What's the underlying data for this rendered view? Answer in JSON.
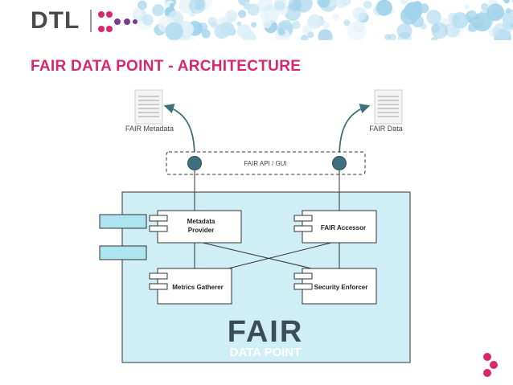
{
  "header": {
    "logo_text": "DTL",
    "accent_color": "#d8286b"
  },
  "title": "FAIR DATA POINT - ARCHITECTURE",
  "diagram": {
    "doc_left_label": "FAIR Metadata",
    "doc_right_label": "FAIR Data",
    "api_label": "FAIR API / GUI",
    "components": {
      "metadata_provider": [
        "Metadata",
        "Provider"
      ],
      "fair_accessor": "FAIR Accessor",
      "metrics_gatherer": "Metrics Gatherer",
      "security_enforcer": "Security Enforcer"
    },
    "brand": {
      "logo_word": "FAIR",
      "tagline": "DATA POINT"
    },
    "colors": {
      "container": "#cfeef5",
      "side_box": "#aee4f0",
      "port": "#3e6f7c",
      "arrow": "#3e6f7c"
    }
  }
}
